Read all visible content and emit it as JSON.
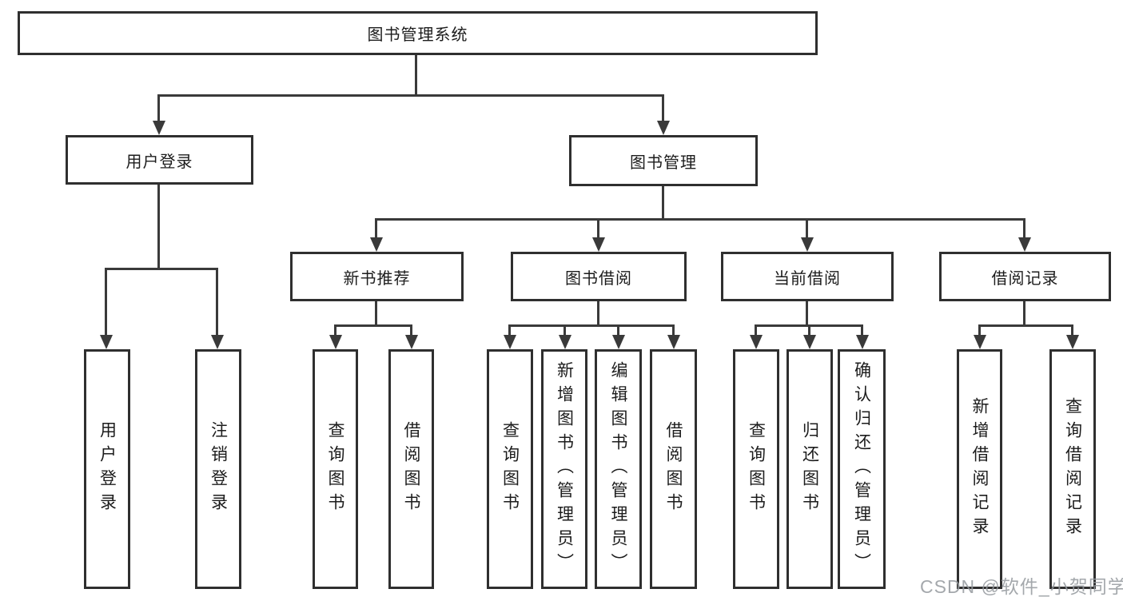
{
  "diagram": {
    "nodes": {
      "root": {
        "label": "图书管理系统"
      },
      "user_login": {
        "label": "用户登录"
      },
      "book_management": {
        "label": "图书管理"
      },
      "new_book_recommend": {
        "label": "新书推荐"
      },
      "book_borrowing": {
        "label": "图书借阅"
      },
      "current_borrowing": {
        "label": "当前借阅"
      },
      "borrowing_records": {
        "label": "借阅记录"
      },
      "leaf_user_login": {
        "label": "用户登录"
      },
      "leaf_logout": {
        "label": "注销登录"
      },
      "leaf_rec_query_books": {
        "label": "查询图书"
      },
      "leaf_rec_borrow_books": {
        "label": "借阅图书"
      },
      "leaf_bor_query_books": {
        "label": "查询图书"
      },
      "leaf_bor_add_books": {
        "label": "新增图书（管理员）"
      },
      "leaf_bor_edit_books": {
        "label": "编辑图书（管理员）"
      },
      "leaf_bor_borrow_books": {
        "label": "借阅图书"
      },
      "leaf_cur_query_books": {
        "label": "查询图书"
      },
      "leaf_cur_return_books": {
        "label": "归还图书"
      },
      "leaf_cur_confirm_return": {
        "label": "确认归还（管理员）"
      },
      "leaf_records_add": {
        "label": "新增借阅记录"
      },
      "leaf_records_query": {
        "label": "查询借阅记录"
      }
    },
    "watermark": "CSDN @软件_小贺同学",
    "colors": {
      "line": "#3a3a3a",
      "box_border": "#2f2f2f",
      "text": "#1c1c1c",
      "watermark": "#94999e",
      "background": "#ffffff"
    }
  }
}
